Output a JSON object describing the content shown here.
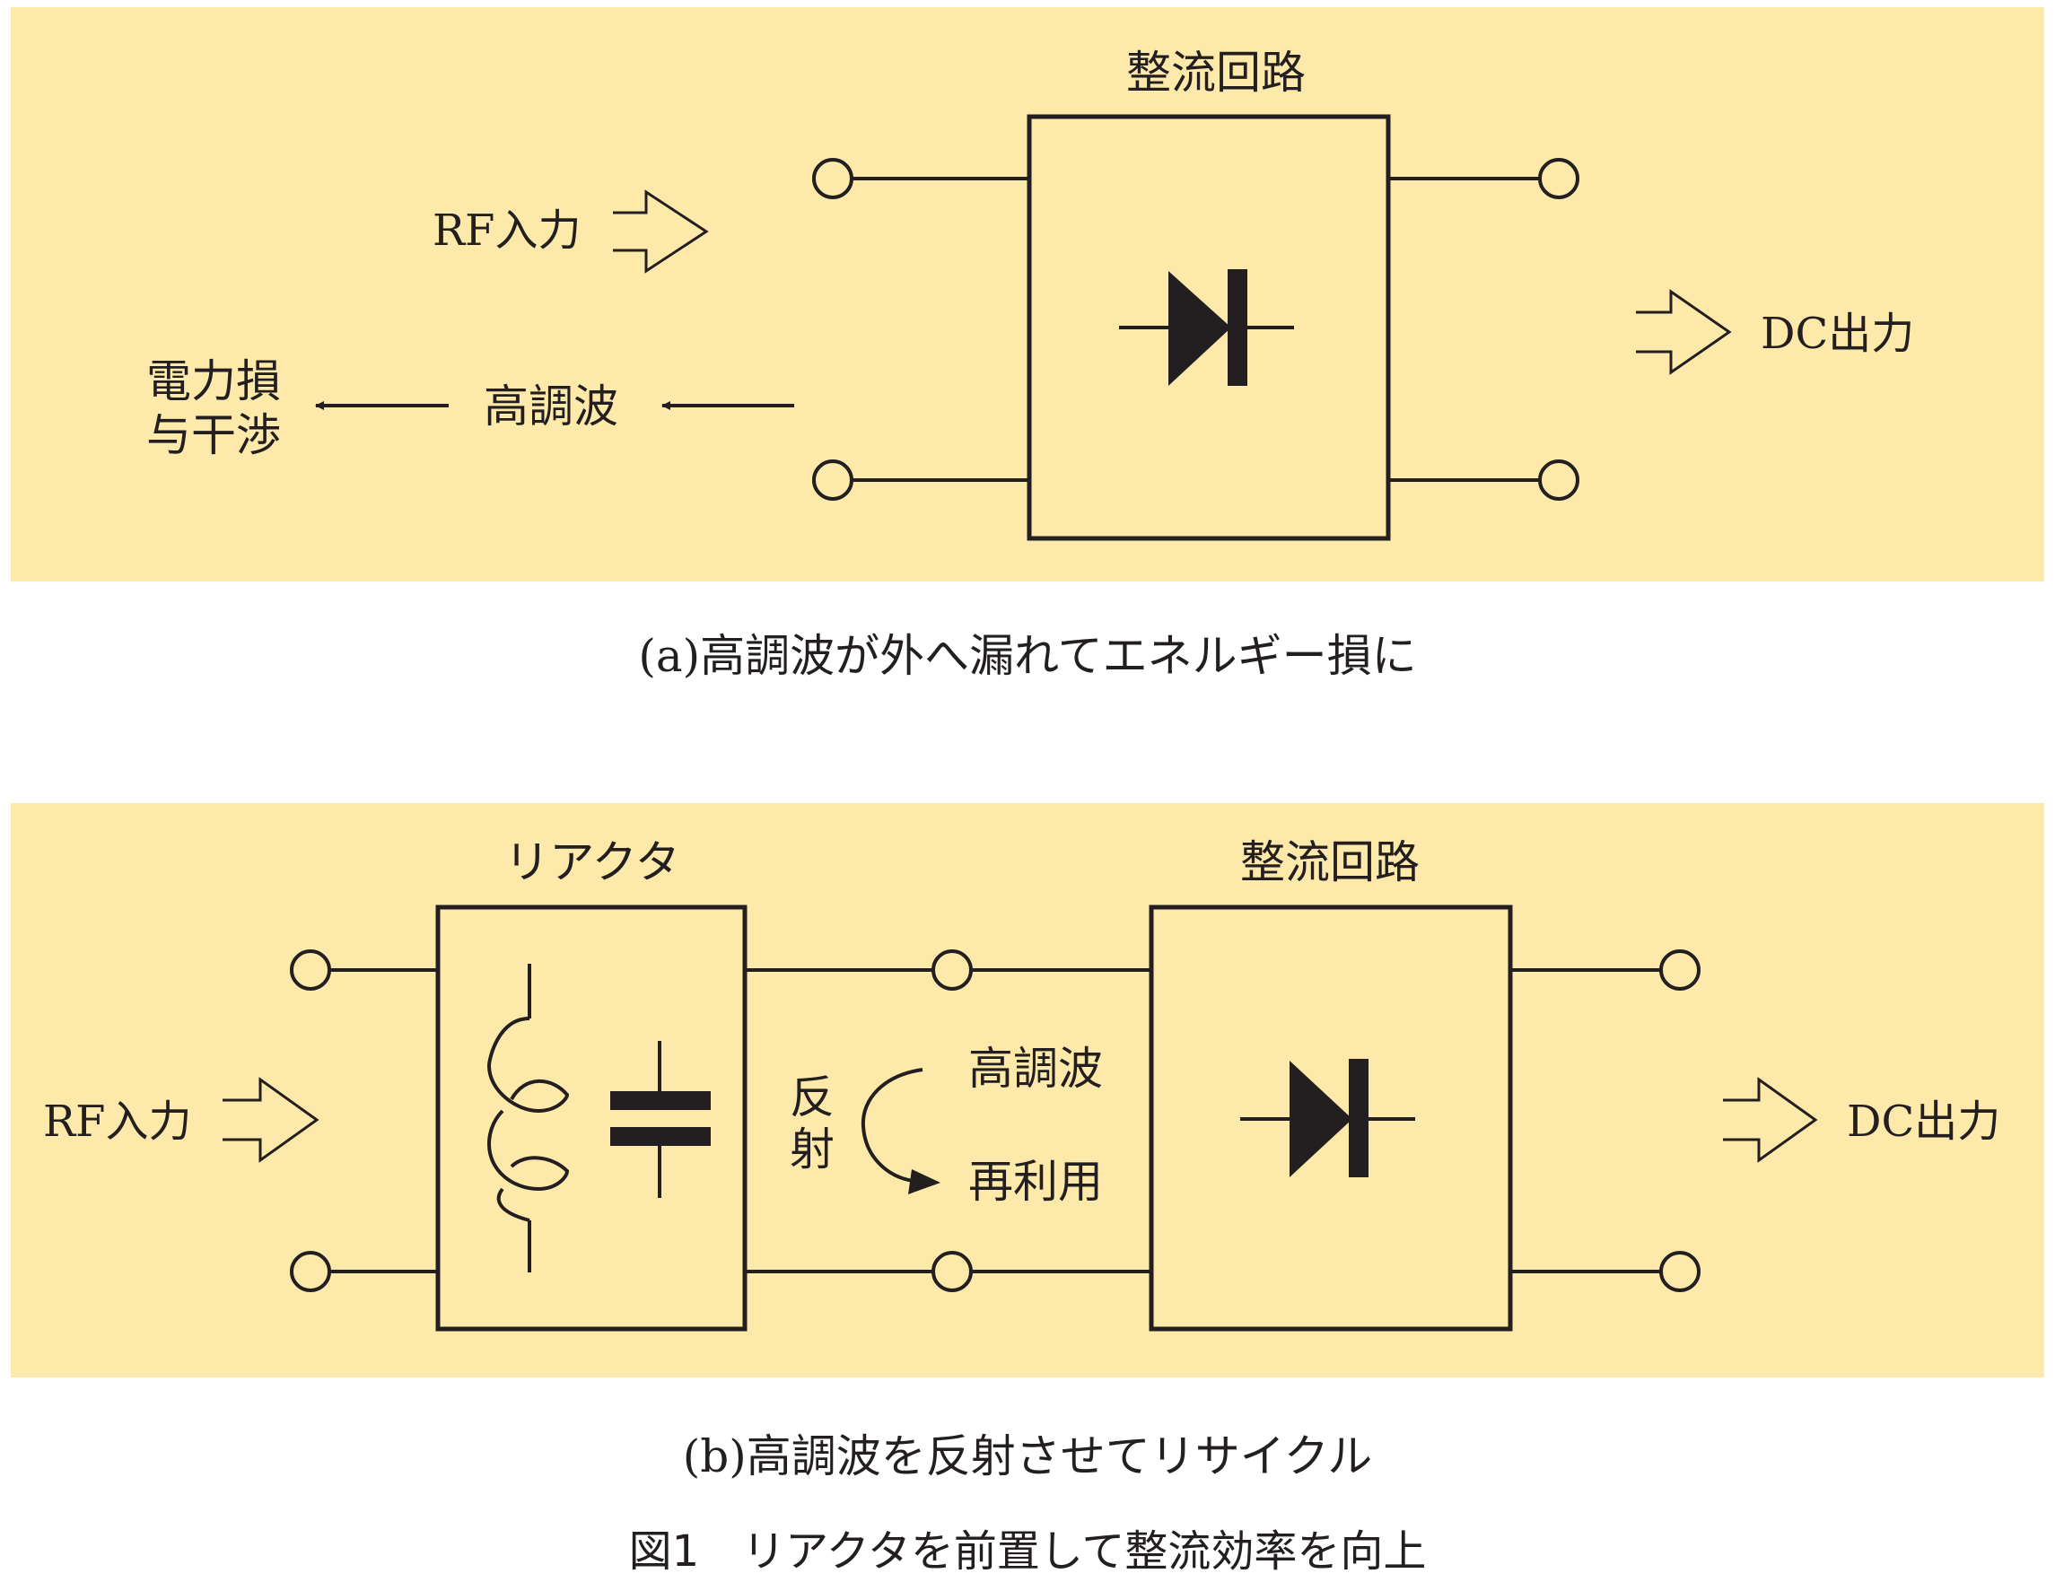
{
  "colors": {
    "panel_bg": "#fde9a9",
    "stroke": "#231f20",
    "page_bg": "#ffffff"
  },
  "panel_a": {
    "rectifier_label": "整流回路",
    "rf_input_label": "RF入力",
    "dc_output_label": "DC出力",
    "harmonic_label": "高調波",
    "loss_label_line1": "電力損",
    "loss_label_line2": "与干渉",
    "caption": "(a)高調波が外へ漏れてエネルギー損に"
  },
  "panel_b": {
    "reactor_label": "リアクタ",
    "rectifier_label": "整流回路",
    "rf_input_label": "RF入力",
    "dc_output_label": "DC出力",
    "reflect_label_line1": "反",
    "reflect_label_line2": "射",
    "harmonic_label": "高調波",
    "reuse_label": "再利用",
    "caption": "(b)高調波を反射させてリサイクル"
  },
  "figure_title": "図1　リアクタを前置して整流効率を向上"
}
